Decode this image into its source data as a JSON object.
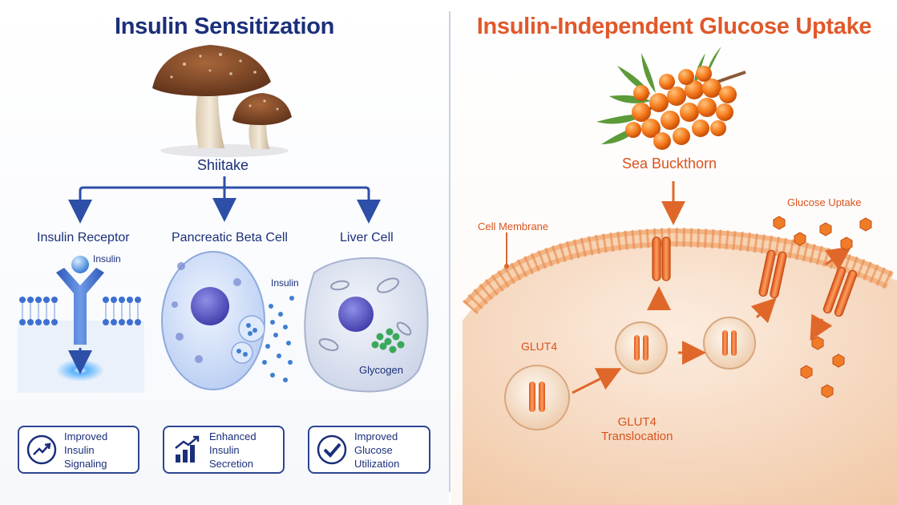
{
  "left": {
    "title": "Insulin Sensitization",
    "source_label": "Shiitake",
    "targets": [
      {
        "label": "Insulin Receptor",
        "sub_label": "Insulin"
      },
      {
        "label": "Pancreatic Beta Cell",
        "sub_label": "Insulin"
      },
      {
        "label": "Liver Cell",
        "sub_label": "Glycogen"
      }
    ],
    "outcomes": [
      {
        "line1": "Improved",
        "line2": "Insulin Signaling",
        "icon": "trend-up-icon"
      },
      {
        "line1": "Enhanced",
        "line2": "Insulin Secretion",
        "icon": "bar-chart-icon"
      },
      {
        "line1": "Improved Glucose",
        "line2": "Utilization",
        "icon": "checkmark-icon"
      }
    ]
  },
  "right": {
    "title": "Insulin-Independent Glucose Uptake",
    "source_label": "Sea Buckthorn",
    "cell_membrane_label": "Cell Membrane",
    "glucose_uptake_label": "Glucose Uptake",
    "glut4_label": "GLUT4",
    "translocation_line1": "GLUT4",
    "translocation_line2": "Translocation"
  },
  "colors": {
    "navy": "#1b2f7a",
    "orange": "#e0582a",
    "divider": "#c9d1e2"
  }
}
